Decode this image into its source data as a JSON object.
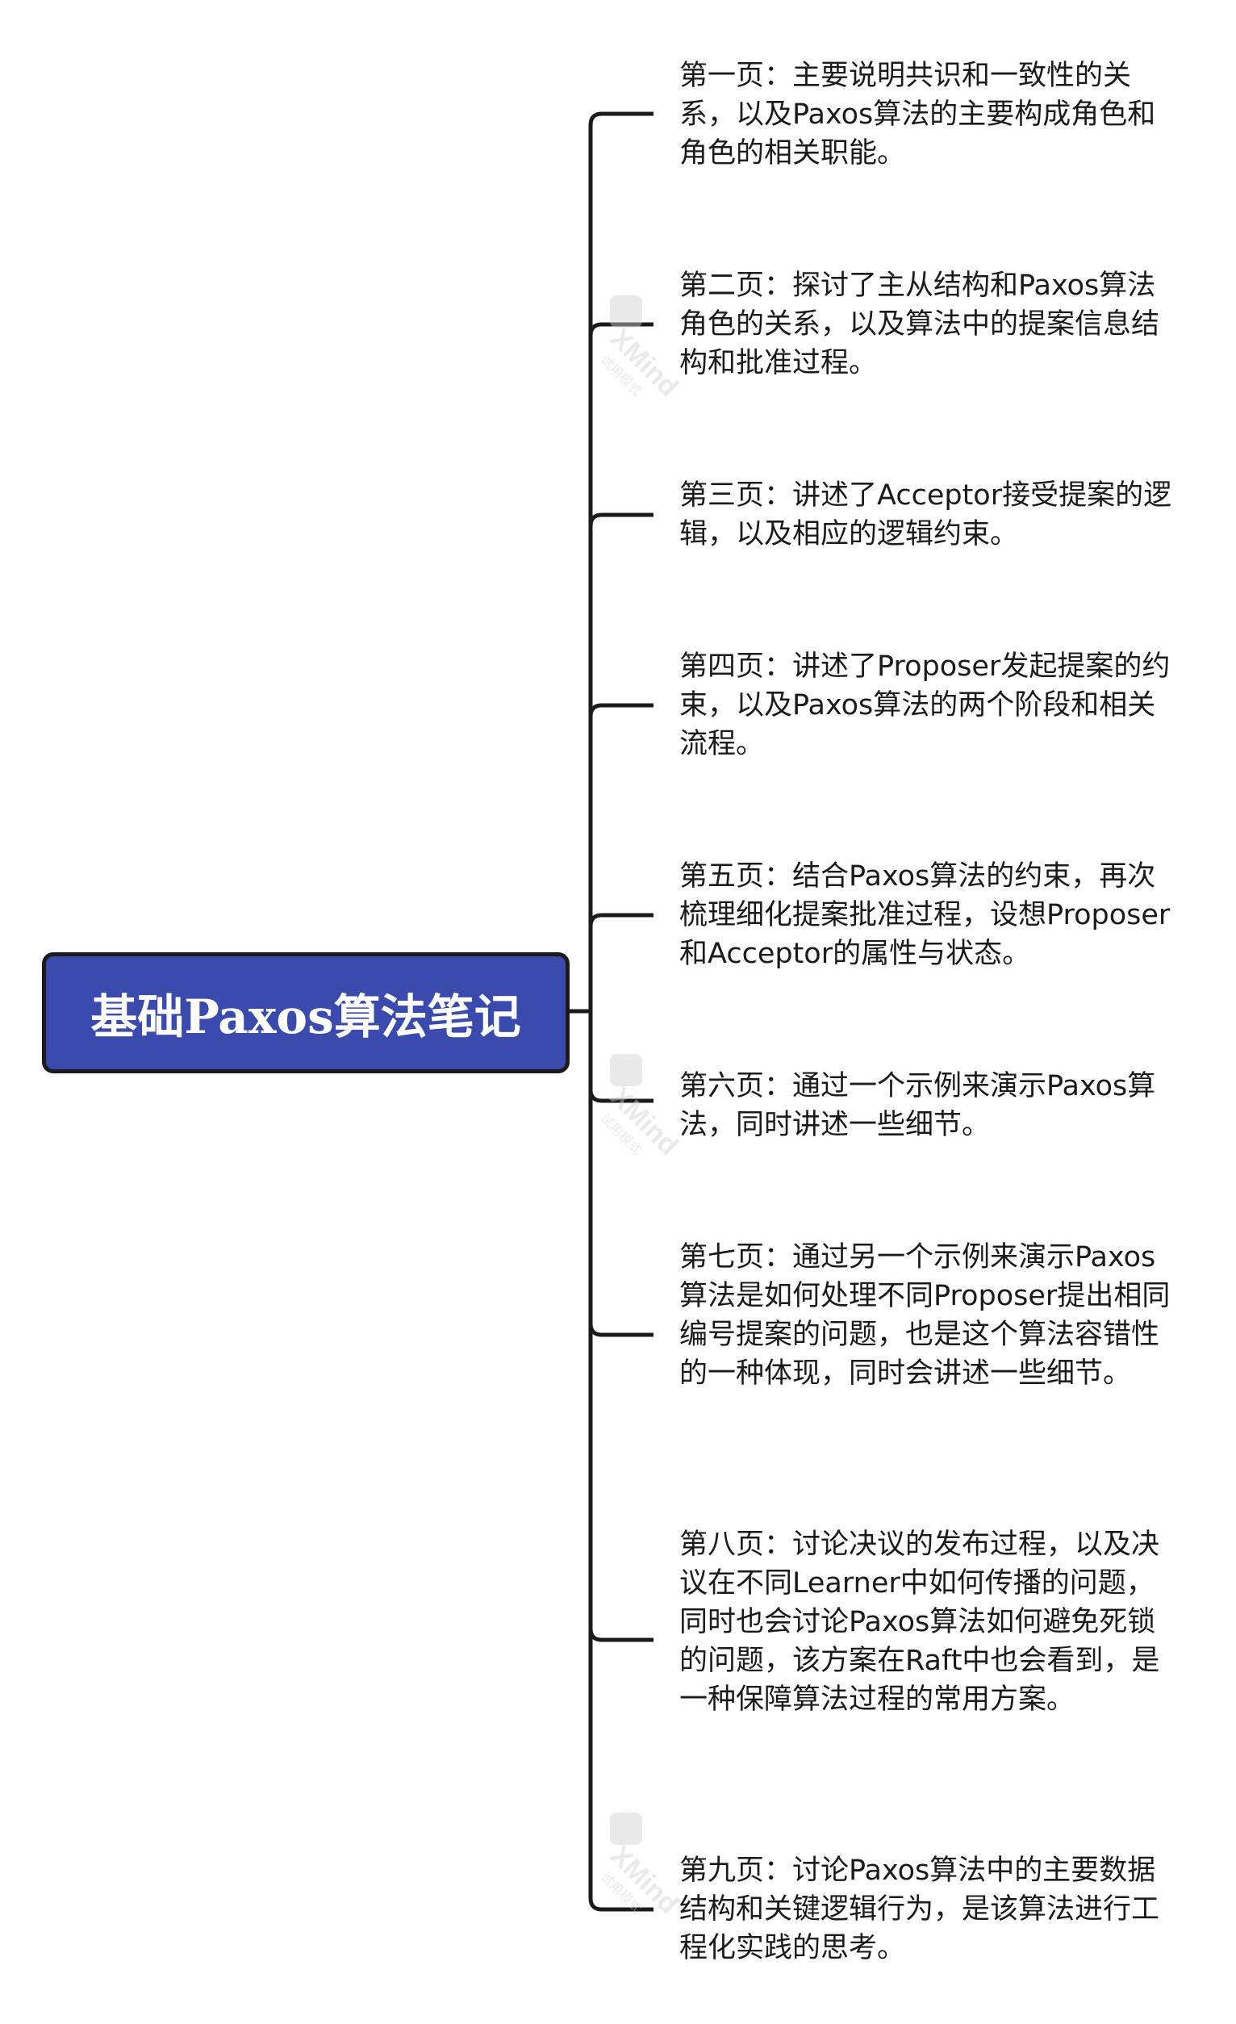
{
  "colors": {
    "root_fill": "#3a4aad",
    "root_border": "#1b1b1b",
    "connector": "#1b1b1b",
    "text": "#1b1b1b"
  },
  "root": {
    "title": "基础Paxos算法笔记"
  },
  "topics": [
    {
      "text": "第一页：主要说明共识和一致性的关系，以及Paxos算法的主要构成角色和角色的相关职能。"
    },
    {
      "text": "第二页：探讨了主从结构和Paxos算法角色的关系，以及算法中的提案信息结构和批准过程。"
    },
    {
      "text": "第三页：讲述了Acceptor接受提案的逻辑，以及相应的逻辑约束。"
    },
    {
      "text": "第四页：讲述了Proposer发起提案的约束，以及Paxos算法的两个阶段和相关流程。"
    },
    {
      "text": "第五页：结合Paxos算法的约束，再次梳理细化提案批准过程，设想Proposer和Acceptor的属性与状态。"
    },
    {
      "text": "第六页：通过一个示例来演示Paxos算法，同时讲述一些细节。"
    },
    {
      "text": "第七页：通过另一个示例来演示Paxos算法是如何处理不同Proposer提出相同编号提案的问题，也是这个算法容错性的一种体现，同时会讲述一些细节。"
    },
    {
      "text": "第八页：讨论决议的发布过程，以及决议在不同Learner中如何传播的问题，同时也会讨论Paxos算法如何避免死锁的问题，该方案在Raft中也会看到，是一种保障算法过程的常用方案。"
    },
    {
      "text": "第九页：讨论Paxos算法中的主要数据结构和关键逻辑行为，是该算法进行工程化实践的思考。"
    }
  ],
  "watermark": {
    "brand": "XMind",
    "sub": "试用模式"
  }
}
